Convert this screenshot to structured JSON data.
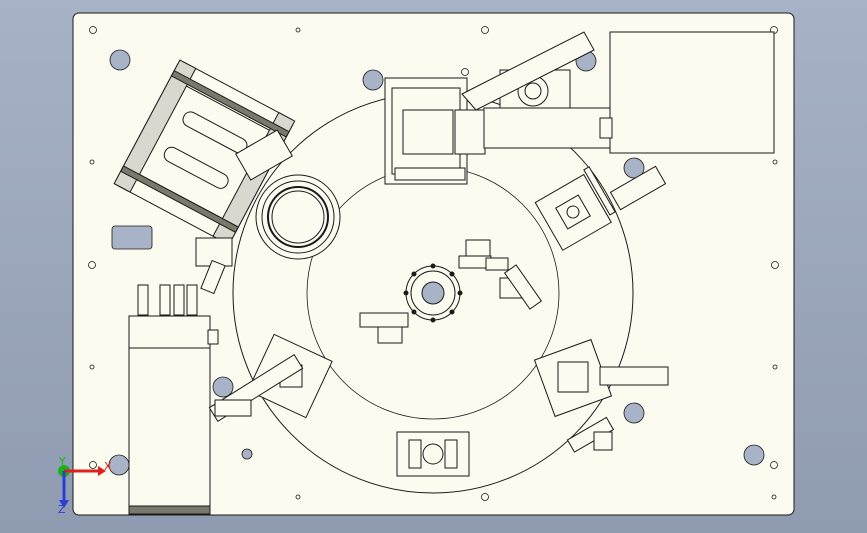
{
  "viewport": {
    "background_top": "#a7b2c6",
    "background_bottom": "#8f9bb1"
  },
  "drawing": {
    "plate_fill": "#fbfbef",
    "line_color": "#1a1a1a",
    "hole_fill": "#a9b3c8"
  },
  "triad": {
    "x_label": "X",
    "y_label": "Y",
    "z_label": "Z",
    "x_color": "#e02020",
    "y_color": "#19b319",
    "z_color": "#2a3fd6"
  }
}
